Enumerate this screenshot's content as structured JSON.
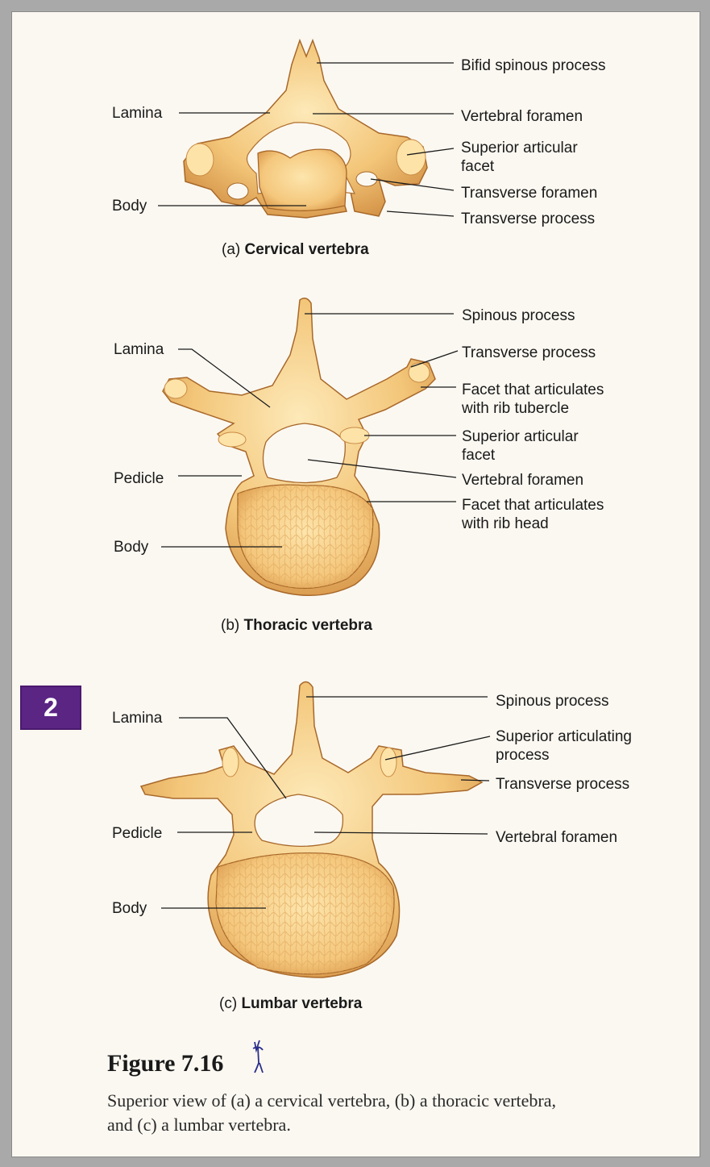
{
  "badge": "2",
  "panels": {
    "cervical": {
      "caption_prefix": "(a)",
      "caption_title": "Cervical vertebra",
      "labels": {
        "lamina": "Lamina",
        "body": "Body",
        "bifid": "Bifid spinous process",
        "foramen": "Vertebral foramen",
        "sup_facet_1": "Superior articular",
        "sup_facet_2": "facet",
        "trans_foramen": "Transverse foramen",
        "trans_process": "Transverse process"
      }
    },
    "thoracic": {
      "caption_prefix": "(b)",
      "caption_title": "Thoracic vertebra",
      "labels": {
        "lamina": "Lamina",
        "pedicle": "Pedicle",
        "body": "Body",
        "spinous": "Spinous process",
        "trans_process": "Transverse process",
        "rib_tubercle_1": "Facet that articulates",
        "rib_tubercle_2": "with rib tubercle",
        "sup_facet_1": "Superior articular",
        "sup_facet_2": "facet",
        "foramen": "Vertebral foramen",
        "rib_head_1": "Facet that articulates",
        "rib_head_2": "with rib head"
      }
    },
    "lumbar": {
      "caption_prefix": "(c)",
      "caption_title": "Lumbar vertebra",
      "labels": {
        "lamina": "Lamina",
        "pedicle": "Pedicle",
        "body": "Body",
        "spinous": "Spinous process",
        "sup_art_1": "Superior articulating",
        "sup_art_2": "process",
        "trans_process": "Transverse process",
        "foramen": "Vertebral foramen"
      }
    }
  },
  "figure": {
    "title": "Figure 7.16",
    "desc_line1": "Superior view of (a) a cervical vertebra, (b) a thoracic vertebra,",
    "desc_line2": "and (c) a lumbar vertebra."
  },
  "colors": {
    "bone": "#f2c57a",
    "bone_light": "#fbe3ad",
    "bone_shadow": "#c98b45",
    "outline": "#a8682a",
    "badge": "#5b2584"
  }
}
